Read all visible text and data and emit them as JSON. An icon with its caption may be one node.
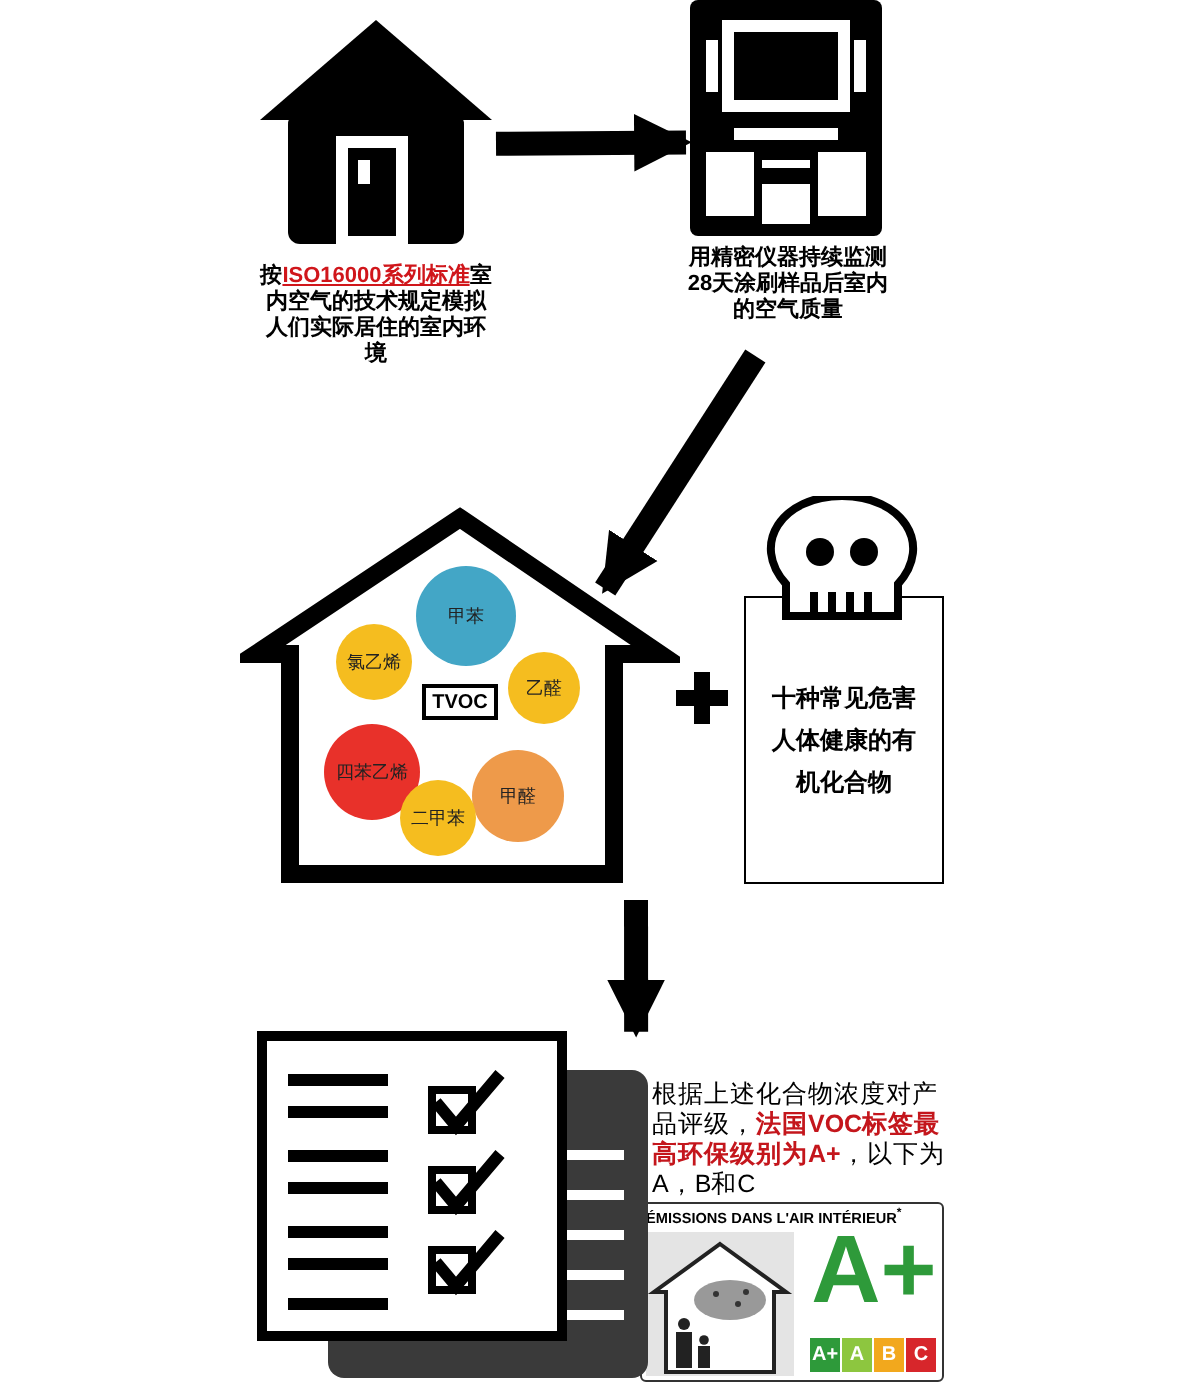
{
  "diagram": {
    "nodes": [
      {
        "text": [],
        "shape": "house",
        "beside": [
          "按**ISO16000系列标准**室内空气的技术规定模拟人们实际居住的室内环境"
        ]
      },
      {
        "text": [],
        "shape": "machine",
        "beside": [
          "用精密仪器持续监测28天涂刷样品后室内的空气质量"
        ]
      },
      {
        "text": [],
        "shape": "house"
      },
      {
        "text": [
          "甲苯"
        ],
        "in": 2
      },
      {
        "text": [
          "氯乙烯"
        ],
        "in": 2
      },
      {
        "text": [
          "乙醛"
        ],
        "in": 2
      },
      {
        "text": [
          "TVOC"
        ],
        "in": 2
      },
      {
        "text": [
          "四苯乙烯"
        ],
        "in": 2
      },
      {
        "text": [
          "甲醛"
        ],
        "in": 2
      },
      {
        "text": [
          "二甲苯"
        ],
        "in": 2
      },
      {
        "text": [
          "十种常见危害人体健康的有机化合物"
        ]
      },
      {
        "text": [],
        "shape": "picture"
      }
    ],
    "edges": [
      {
        "from": 0,
        "to": 1,
        "arrow": "to"
      },
      {
        "from": 1,
        "to": 2,
        "arrow": "to"
      },
      {
        "from": null,
        "to": 11,
        "arrow": "to"
      }
    ],
    "labels": [
      "根据上述化合物浓度对产品评级，**法国VOC标签最高环保级别为A+**，以下为A，B和C",
      "ÉMISSIONS DANS L'AIR INTÉRIEUR$^{*}$",
      "A+",
      "A+",
      "A",
      "B",
      "C"
    ]
  }
}
